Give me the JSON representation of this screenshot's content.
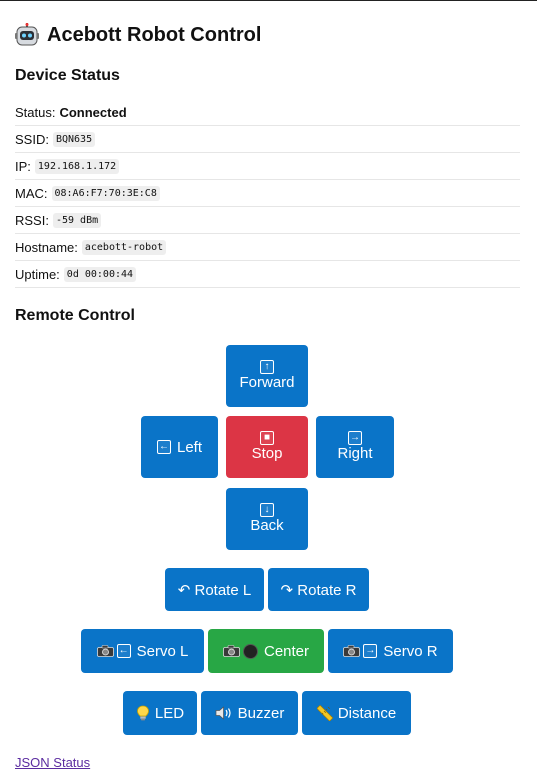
{
  "header": {
    "title": "Acebott Robot Control",
    "icon": "robot-icon"
  },
  "device_status": {
    "heading": "Device Status",
    "rows": [
      {
        "label": "Status:",
        "value": "Connected"
      },
      {
        "label": "SSID:",
        "value": "BQN635"
      },
      {
        "label": "IP:",
        "value": "192.168.1.172"
      },
      {
        "label": "MAC:",
        "value": "08:A6:F7:70:3E:C8"
      },
      {
        "label": "RSSI:",
        "value": "-59 dBm"
      },
      {
        "label": "Hostname:",
        "value": "acebott-robot"
      },
      {
        "label": "Uptime:",
        "value": "0d 00:00:44"
      }
    ]
  },
  "remote": {
    "heading": "Remote Control",
    "forward": "Forward",
    "left": "Left",
    "stop": "Stop",
    "right": "Right",
    "back": "Back",
    "rotate_l": "↶ Rotate L",
    "rotate_r": "↷ Rotate R",
    "servo_l": "Servo L",
    "center": "Center",
    "servo_r": "Servo R",
    "led": "LED",
    "buzzer": "Buzzer",
    "distance": "Distance"
  },
  "footer": {
    "json_link": "JSON Status"
  },
  "colors": {
    "primary": "#0a74c8",
    "danger": "#dc3545",
    "success": "#28a745"
  }
}
